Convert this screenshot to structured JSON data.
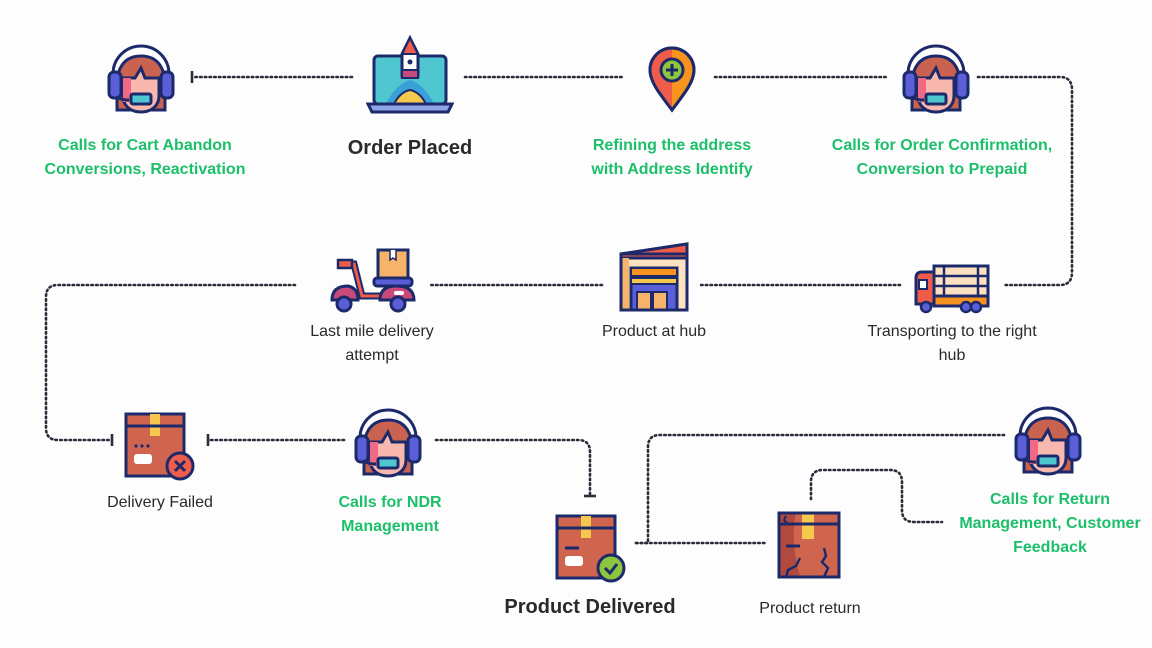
{
  "diagram": {
    "title": "Order lifecycle call flow",
    "nodes": [
      {
        "id": "cart-abandon",
        "icon": "headset-agent-icon",
        "label": "Calls for Cart Abandon Conversions, Reactivation",
        "lines": [
          "Calls for Cart Abandon",
          "Conversions, Reactivation"
        ],
        "style": "green"
      },
      {
        "id": "order-placed",
        "icon": "laptop-rocket-icon",
        "label": "Order Placed",
        "style": "bold"
      },
      {
        "id": "address-refine",
        "icon": "location-pin-icon",
        "lines": [
          "Refining the address",
          "with Address Identify"
        ],
        "style": "green"
      },
      {
        "id": "order-confirmation",
        "icon": "headset-agent-icon",
        "lines": [
          "Calls for Order Confirmation,",
          "Conversion to Prepaid"
        ],
        "style": "green"
      },
      {
        "id": "transporting",
        "icon": "truck-icon",
        "lines": [
          "Transporting to the right",
          "hub"
        ],
        "style": "plain"
      },
      {
        "id": "product-at-hub",
        "icon": "warehouse-icon",
        "lines": [
          "Product at hub"
        ],
        "style": "plain"
      },
      {
        "id": "last-mile",
        "icon": "scooter-icon",
        "lines": [
          "Last mile delivery",
          "attempt"
        ],
        "style": "plain"
      },
      {
        "id": "delivery-failed",
        "icon": "box-failed-icon",
        "lines": [
          "Delivery Failed"
        ],
        "style": "plain"
      },
      {
        "id": "ndr-calls",
        "icon": "headset-agent-icon",
        "lines": [
          "Calls for NDR",
          "Management"
        ],
        "style": "green"
      },
      {
        "id": "product-delivered",
        "icon": "box-delivered-icon",
        "lines": [
          "Product Delivered"
        ],
        "style": "bold"
      },
      {
        "id": "product-return",
        "icon": "damaged-box-icon",
        "lines": [
          "Product return"
        ],
        "style": "plain"
      },
      {
        "id": "return-calls",
        "icon": "headset-agent-icon",
        "lines": [
          "Calls for Return",
          "Management, Customer",
          "Feedback"
        ],
        "style": "green"
      }
    ],
    "edges": [
      {
        "from": "order-placed",
        "to": "cart-abandon"
      },
      {
        "from": "order-placed",
        "to": "address-refine"
      },
      {
        "from": "address-refine",
        "to": "order-confirmation"
      },
      {
        "from": "order-confirmation",
        "to": "transporting"
      },
      {
        "from": "transporting",
        "to": "product-at-hub"
      },
      {
        "from": "product-at-hub",
        "to": "last-mile"
      },
      {
        "from": "last-mile",
        "to": "delivery-failed"
      },
      {
        "from": "ndr-calls",
        "to": "delivery-failed"
      },
      {
        "from": "ndr-calls",
        "to": "product-delivered"
      },
      {
        "from": "product-delivered",
        "to": "product-return"
      },
      {
        "from": "product-delivered",
        "to": "return-calls"
      },
      {
        "from": "product-return",
        "to": "return-calls"
      }
    ]
  },
  "colors": {
    "accent_green": "#1cbf6a",
    "text_dark": "#2a2a2a",
    "outline_navy": "#1c2a6b",
    "box_brown": "#d0654f",
    "headset_purple": "#5a5fd8",
    "connector": "#2b2b3a"
  }
}
